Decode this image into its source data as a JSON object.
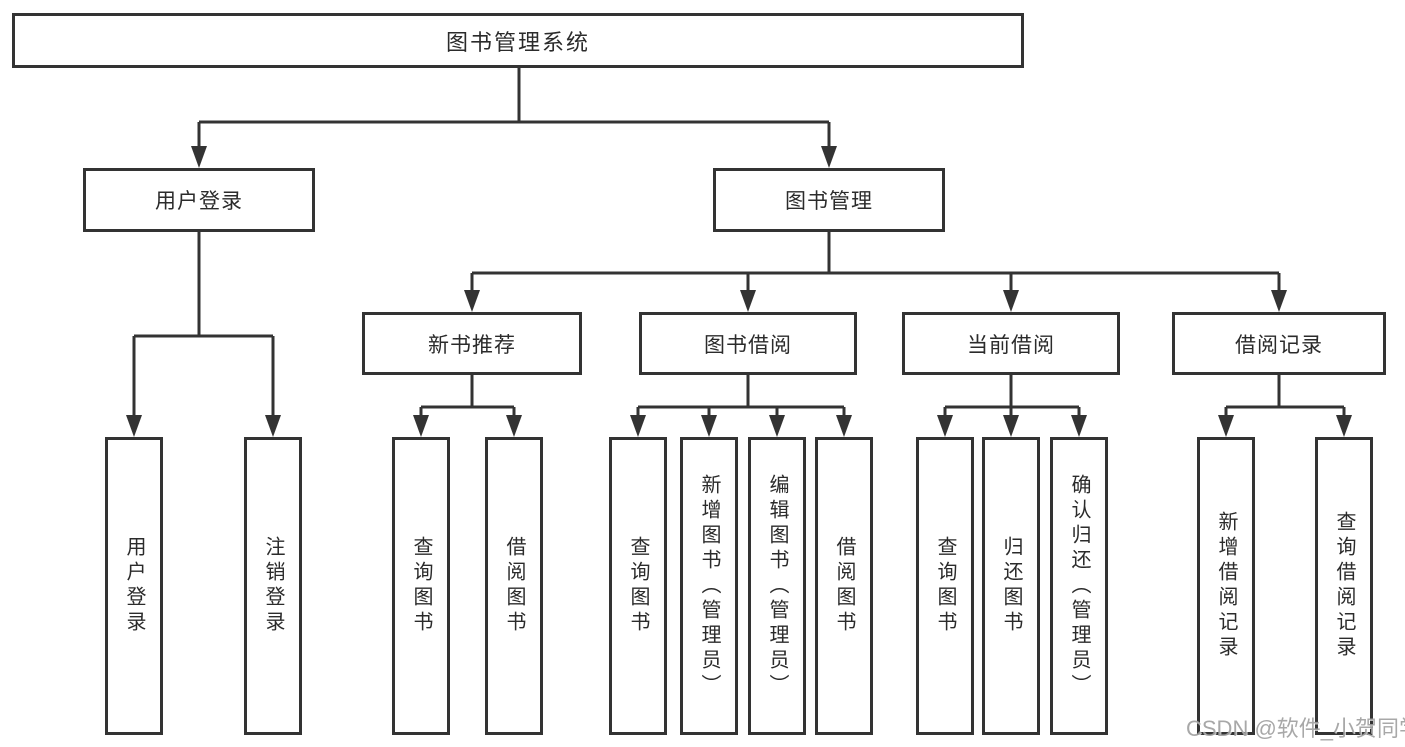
{
  "tree": {
    "root": "图书管理系统",
    "children": [
      {
        "label": "用户登录",
        "children": [
          "用户登录",
          "注销登录"
        ]
      },
      {
        "label": "图书管理",
        "children": [
          {
            "label": "新书推荐",
            "children": [
              "查询图书",
              "借阅图书"
            ]
          },
          {
            "label": "图书借阅",
            "children": [
              "查询图书",
              "新增图书（管理员）",
              "编辑图书（管理员）",
              "借阅图书"
            ]
          },
          {
            "label": "当前借阅",
            "children": [
              "查询图书",
              "归还图书",
              "确认归还（管理员）"
            ]
          },
          {
            "label": "借阅记录",
            "children": [
              "新增借阅记录",
              "查询借阅记录"
            ]
          }
        ]
      }
    ]
  },
  "watermark": "CSDN @软件_小贺同学",
  "colors": {
    "line": "#333333",
    "text": "#2b2b2b",
    "watermark": "#9e9e9e",
    "background": "#ffffff"
  }
}
